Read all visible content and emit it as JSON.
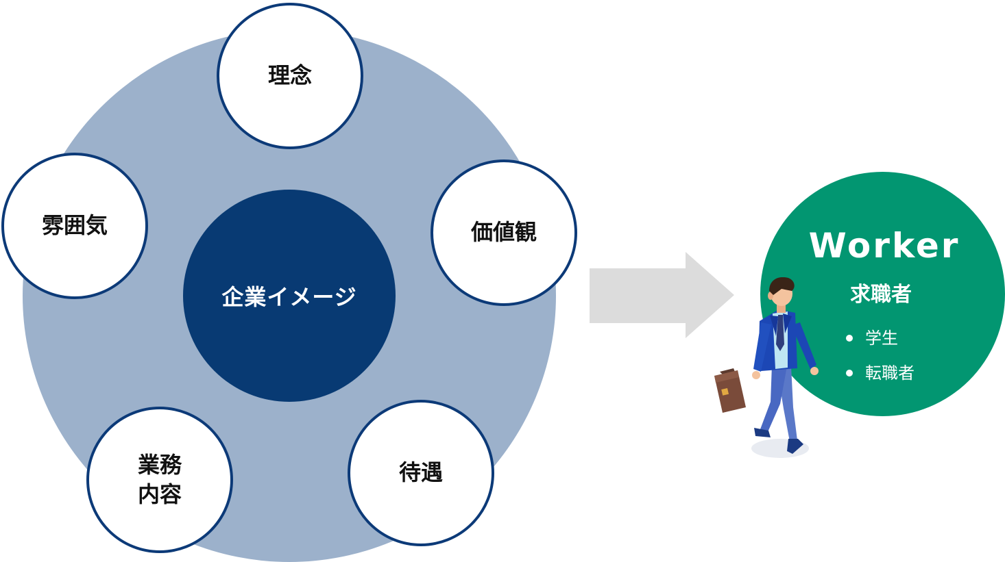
{
  "diagram": {
    "center_label": "企業イメージ",
    "nodes": [
      {
        "lines": [
          "理念"
        ]
      },
      {
        "lines": [
          "価値観"
        ]
      },
      {
        "lines": [
          "待遇"
        ]
      },
      {
        "lines": [
          "業務",
          "内容"
        ]
      },
      {
        "lines": [
          "雰囲気"
        ]
      }
    ]
  },
  "target": {
    "title": "Worker",
    "subtitle": "求職者",
    "items": [
      "学生",
      "転職者"
    ]
  },
  "colors": {
    "outer_circle": "#9cb1cb",
    "center_circle": "#083a73",
    "node_border": "#0c3a78",
    "arrow": "#dcdcdc",
    "worker_circle": "#029671"
  },
  "icons": {
    "arrow": "right-arrow-icon",
    "person": "businessman-walking-icon"
  }
}
